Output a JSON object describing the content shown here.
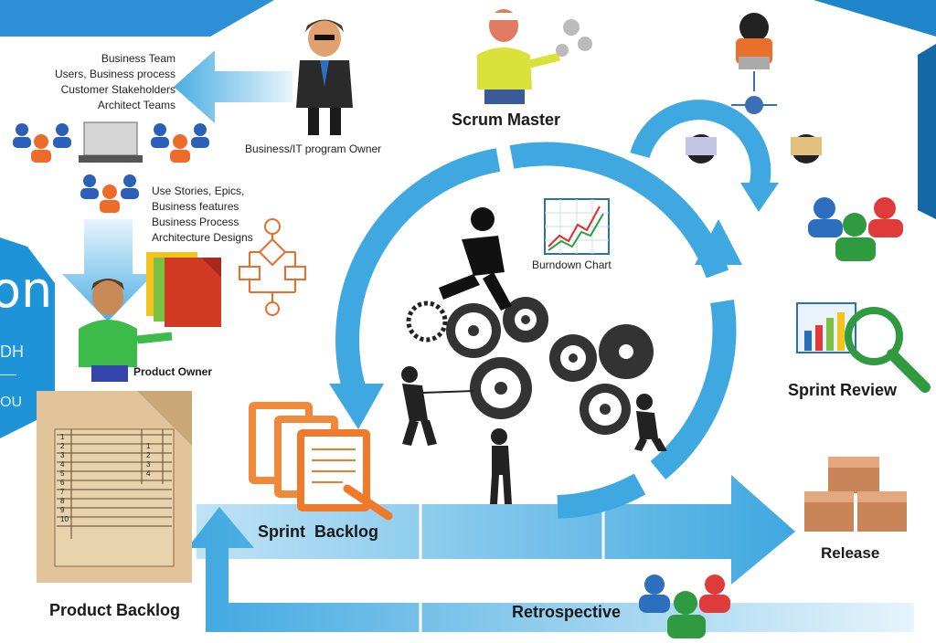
{
  "labels": {
    "business_info": [
      "Business Team",
      "Users,  Business process",
      "Customer Stakeholders",
      "Architect Teams"
    ],
    "program_owner": "Business/IT program Owner",
    "scrum_master": "Scrum Master",
    "user_stories": [
      "Use  Stories, Epics,",
      "Business features",
      "Business Process",
      "Architecture Designs"
    ],
    "burndown_chart": "Burndown Chart",
    "product_owner": "Product Owner",
    "sprint_review": "Sprint Review",
    "sprint_backlog": "Sprint  Backlog",
    "release": "Release",
    "retrospective": "Retrospective",
    "product_backlog": "Product Backlog"
  },
  "side_panel": {
    "big_text": "on",
    "line1": "DH",
    "line2": "OU"
  },
  "backlog_rows": [
    "1",
    "2",
    "3",
    "4",
    "5",
    "6",
    "7",
    "8",
    "9",
    "10"
  ],
  "backlog_side_rows": [
    "1",
    "2",
    "3",
    "4"
  ],
  "colors": {
    "cycle_blue": "#3fa8e0",
    "dark_blue": "#1e7fc4",
    "orange": "#f07a2b",
    "green": "#2f9a3f",
    "person_blue": "#2d6fbf",
    "person_red": "#e03b3b"
  }
}
